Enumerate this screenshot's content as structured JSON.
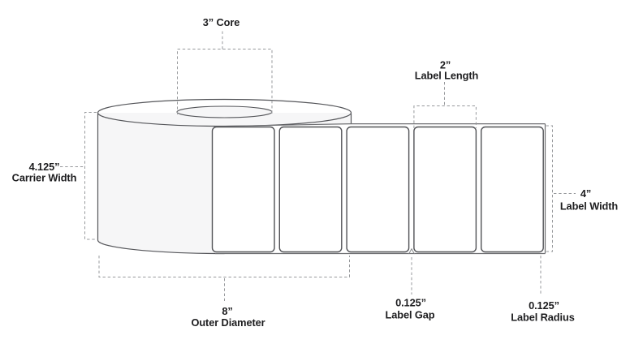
{
  "title": "Label roll dimension diagram",
  "colors": {
    "background": "#ffffff",
    "outline": "#55565a",
    "liner_line": "#6d6e71",
    "dashed_line": "#97999c",
    "text": "#1d1d1f",
    "roll_fill": "#f6f6f7",
    "top_face_fill": "#fafafb",
    "label_fill": "#ffffff"
  },
  "roll": {
    "label_count": 5
  },
  "annotations": {
    "core": {
      "value": "3” Core"
    },
    "label_length": {
      "value": "2”",
      "name": "Label Length"
    },
    "carrier_width": {
      "value": "4.125”",
      "name": "Carrier Width"
    },
    "outer_diameter": {
      "value": "8”",
      "name": "Outer Diameter"
    },
    "label_gap": {
      "value": "0.125”",
      "name": "Label Gap"
    },
    "label_width": {
      "value": "4”",
      "name": "Label Width"
    },
    "label_radius": {
      "value": "0.125”",
      "name": "Label Radius"
    }
  }
}
